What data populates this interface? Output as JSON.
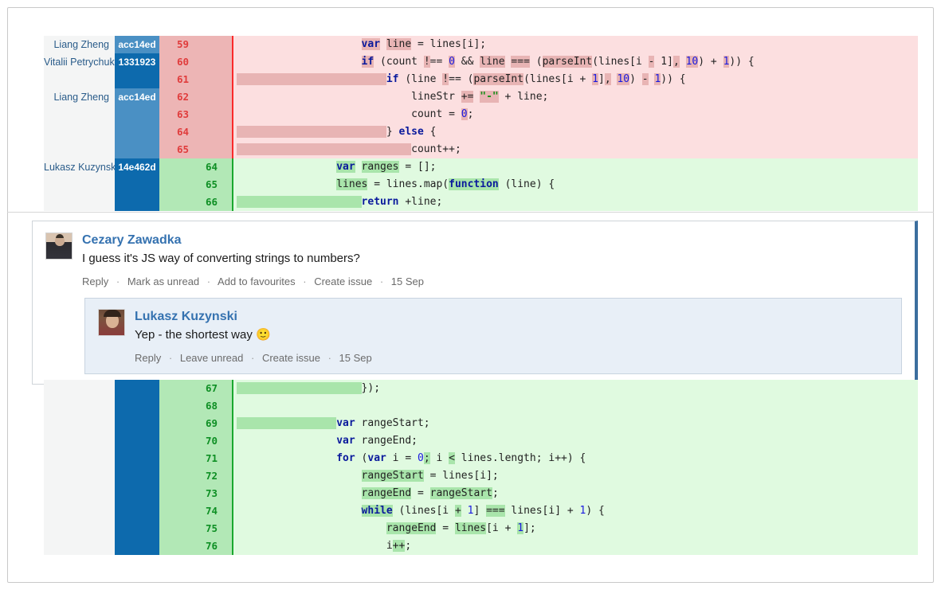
{
  "diff": {
    "top_block": {
      "rows": [
        {
          "side": "del",
          "author": "Liang Zheng",
          "hash": "acc14ed",
          "hash_shade": "a",
          "lineno": "59",
          "code_html": "                    <span class=\"kw hl-del\">var</span> <span class=\"hl-del\">line</span> = lines[i];"
        },
        {
          "side": "del",
          "author": "Vitalii Petrychuk",
          "hash": "1331923",
          "hash_shade": "b",
          "lineno": "60",
          "code_html": "                    <span class=\"kw hl-del\">if</span> (count <span class=\"hl-del\">!</span>== <span class=\"num hl-del\">0</span> &amp;&amp; <span class=\"hl-del\">line</span> <span class=\"hl-del\">===</span> (<span class=\"hl-del\">parseInt</span>(lines[i <span class=\"hl-del\">-</span> 1]<span class=\"hl-del\">,</span> <span class=\"num hl-del\">10</span>) + <span class=\"num hl-del\">1</span>)) {"
        },
        {
          "side": "del",
          "author": "",
          "hash": "",
          "hash_shade": "b",
          "lineno": "61",
          "code_html": "<span class=\"hl-del\">                        </span><span class=\"kw\">if</span> (line <span class=\"hl-del\">!</span>== (<span class=\"hl-del\">parseInt</span>(lines[i + <span class=\"num hl-del\">1</span>]<span class=\"hl-del\">,</span> <span class=\"num hl-del\">10</span>) <span class=\"hl-del\">-</span> <span class=\"num hl-del\">1</span>)) {"
        },
        {
          "side": "del",
          "author": "Liang Zheng",
          "hash": "acc14ed",
          "hash_shade": "a",
          "lineno": "62",
          "code_html": "                            lineStr <span class=\"hl-del\">+=</span> <span class=\"str hl-del\">\"-\"</span> + line;"
        },
        {
          "side": "del",
          "author": "",
          "hash": "",
          "hash_shade": "a",
          "lineno": "63",
          "code_html": "                            count = <span class=\"num hl-del\">0</span>;"
        },
        {
          "side": "del",
          "author": "",
          "hash": "",
          "hash_shade": "a",
          "lineno": "64",
          "code_html": "<span class=\"hl-del\">                        </span>} <span class=\"kw\">else</span> {"
        },
        {
          "side": "del",
          "author": "",
          "hash": "",
          "hash_shade": "a",
          "lineno": "65",
          "code_html": "<span class=\"hl-del\">                            </span>count++;"
        },
        {
          "side": "add",
          "author": "Lukasz Kuzynski",
          "hash": "14e462d",
          "hash_shade": "c",
          "lineno": "64",
          "code_html": "                <span class=\"kw hl-add\">var</span> <span class=\"hl-add\">ranges</span> = [];"
        },
        {
          "side": "add",
          "author": "",
          "hash": "",
          "hash_shade": "c",
          "lineno": "65",
          "code_html": "                <span class=\"hl-add\">lines</span> = lines.map(<span class=\"kw hl-add\">function</span> (line) {"
        },
        {
          "side": "add",
          "author": "",
          "hash": "",
          "hash_shade": "c",
          "lineno": "66",
          "code_html": "<span class=\"hl-add\">                    </span><span class=\"kw\">return</span> +line;"
        }
      ]
    },
    "bottom_block": {
      "rows": [
        {
          "side": "add",
          "author": "",
          "hash": "",
          "hash_shade": "c",
          "lineno": "67",
          "code_html": "<span class=\"hl-add\">                    </span>});"
        },
        {
          "side": "add",
          "author": "",
          "hash": "",
          "hash_shade": "c",
          "lineno": "68",
          "code_html": ""
        },
        {
          "side": "add",
          "author": "",
          "hash": "",
          "hash_shade": "c",
          "lineno": "69",
          "code_html": "<span class=\"hl-add\">                </span><span class=\"kw\">var</span> rangeStart;"
        },
        {
          "side": "add",
          "author": "",
          "hash": "",
          "hash_shade": "c",
          "lineno": "70",
          "code_html": "                <span class=\"kw\">var</span> rangeEnd;"
        },
        {
          "side": "add",
          "author": "",
          "hash": "",
          "hash_shade": "c",
          "lineno": "71",
          "code_html": "                <span class=\"kw\">for</span> (<span class=\"kw\">var</span> i = <span class=\"num\">0</span><span class=\"hl-add\">;</span> i <span class=\"hl-add\">&lt;</span> lines.length; i++) {"
        },
        {
          "side": "add",
          "author": "",
          "hash": "",
          "hash_shade": "c",
          "lineno": "72",
          "code_html": "                    <span class=\"hl-add\">rangeStart</span> = lines[i];"
        },
        {
          "side": "add",
          "author": "",
          "hash": "",
          "hash_shade": "c",
          "lineno": "73",
          "code_html": "                    <span class=\"hl-add\">rangeEnd</span> = <span class=\"hl-add\">rangeStart</span>;"
        },
        {
          "side": "add",
          "author": "",
          "hash": "",
          "hash_shade": "c",
          "lineno": "74",
          "code_html": "                    <span class=\"kw hl-add\">while</span> (lines[i <span class=\"hl-add\">+</span> <span class=\"num\">1</span>] <span class=\"hl-add\">===</span> lines[i] + <span class=\"num\">1</span>) {"
        },
        {
          "side": "add",
          "author": "",
          "hash": "",
          "hash_shade": "c",
          "lineno": "75",
          "code_html": "                        <span class=\"hl-add\">rangeEnd</span> = <span class=\"hl-add\">lines</span>[i + <span class=\"num hl-add\">1</span>];"
        },
        {
          "side": "add",
          "author": "",
          "hash": "",
          "hash_shade": "c",
          "lineno": "76",
          "code_html": "                        i<span class=\"hl-add\">++</span>;"
        }
      ]
    }
  },
  "comments": {
    "main": {
      "author": "Cezary Zawadka",
      "text": "I guess it's JS way of converting strings to numbers?",
      "actions": [
        "Reply",
        "Mark as unread",
        "Add to favourites",
        "Create issue"
      ],
      "date": "15 Sep",
      "separator": "·"
    },
    "reply": {
      "author": "Lukasz Kuzynski",
      "text": "Yep - the shortest way ",
      "emoji": "🙂",
      "actions": [
        "Reply",
        "Leave unread",
        "Create issue"
      ],
      "date": "15 Sep",
      "separator": "·"
    }
  },
  "colors": {
    "deleted_bg": "#fcdfe0",
    "deleted_gutter": "#edb5b5",
    "deleted_rule": "#fa2a2a",
    "added_bg": "#e0fae0",
    "added_gutter": "#b2e8b6",
    "added_rule": "#1aa82e",
    "hash_light": "#4a90c4",
    "hash_dark": "#0d6aad",
    "author_bg": "#f4f5f5",
    "link_blue": "#3572b0",
    "comment_accent": "#3c6e9e",
    "reply_bg": "#e8eff7"
  }
}
